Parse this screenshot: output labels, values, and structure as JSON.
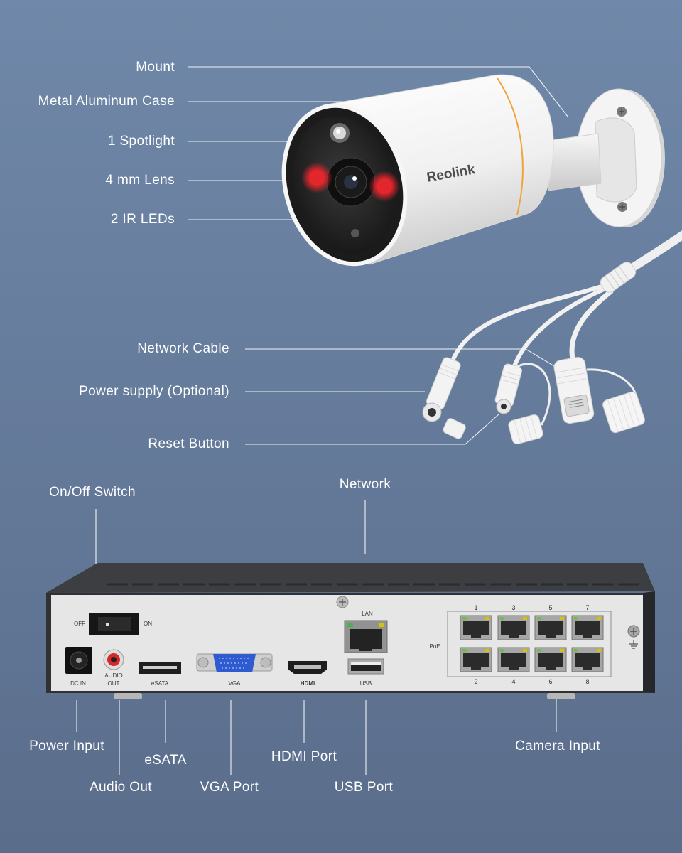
{
  "colors": {
    "background_top": "#7088a9",
    "background_bottom": "#5a6d8b",
    "callout_text": "#ffffff",
    "leader_line": "#ffffff",
    "led_red": "#e3262c",
    "accent_ring": "#f0a33a",
    "vga_blue": "#2f5bd0",
    "audio_red": "#d62828",
    "nvr_body": "#3c3e42"
  },
  "camera": {
    "brand": "Reolink",
    "callouts": {
      "mount": "Mount",
      "case": "Metal Aluminum Case",
      "spotlight": "1 Spotlight",
      "lens": "4 mm Lens",
      "ir_leds": "2 IR LEDs"
    }
  },
  "cable": {
    "callouts": {
      "network_cable": "Network Cable",
      "power_supply": "Power supply (Optional)",
      "reset_button": "Reset Button"
    }
  },
  "nvr": {
    "callouts_top": {
      "on_off_switch": "On/Off Switch",
      "network": "Network"
    },
    "callouts_bottom": {
      "power_input": "Power Input",
      "audio_out": "Audio Out",
      "esata": "eSATA",
      "vga_port": "VGA Port",
      "hdmi_port": "HDMI Port",
      "usb_port": "USB Port",
      "camera_input": "Camera Input"
    },
    "panel_labels": {
      "off": "OFF",
      "on": "ON",
      "dc_in": "DC IN",
      "audio_line1": "AUDIO",
      "audio_line2": "OUT",
      "esata": "eSATA",
      "vga": "VGA",
      "hdmi": "HDMI",
      "lan": "LAN",
      "usb": "USB",
      "poe": "PoE"
    },
    "poe_ports": {
      "top_numbers": [
        "1",
        "3",
        "5",
        "7"
      ],
      "bottom_numbers": [
        "2",
        "4",
        "6",
        "8"
      ]
    }
  }
}
